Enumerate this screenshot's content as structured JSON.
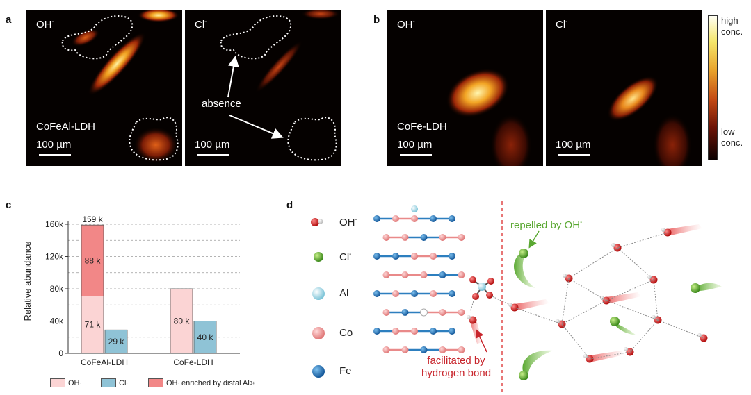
{
  "panel_labels": {
    "a": "a",
    "b": "b",
    "c": "c",
    "d": "d"
  },
  "panel_a": {
    "left": {
      "ion": "OH",
      "ion_sup": "-",
      "material": "CoFeAl-LDH",
      "scale": "100 µm"
    },
    "right": {
      "ion": "Cl",
      "ion_sup": "-",
      "annotation": "absence",
      "scale": "100 µm"
    }
  },
  "panel_b": {
    "left": {
      "ion": "OH",
      "ion_sup": "-",
      "material": "CoFe-LDH",
      "scale": "100 µm"
    },
    "right": {
      "ion": "Cl",
      "ion_sup": "-",
      "scale": "100 µm"
    },
    "colorbar": {
      "high": [
        "high",
        "conc."
      ],
      "low": [
        "low",
        "conc."
      ]
    }
  },
  "chart_data": {
    "type": "bar",
    "ylabel": "Relative abundance",
    "ylim": [
      0,
      160000
    ],
    "yticks": [
      0,
      40000,
      80000,
      120000,
      160000
    ],
    "ytick_labels": [
      "0",
      "40k",
      "80k",
      "120k",
      "160k"
    ],
    "categories": [
      "CoFeAl-LDH",
      "CoFe-LDH"
    ],
    "series": [
      {
        "name": "OH-",
        "values": [
          71000,
          80000
        ],
        "labels": [
          "71 k",
          "80 k"
        ],
        "color": "#fbd4d4"
      },
      {
        "name": "Cl-",
        "values": [
          29000,
          40000
        ],
        "labels": [
          "29 k",
          "40 k"
        ],
        "color": "#8fc3d6"
      },
      {
        "name": "OH- enriched by distal Al3+",
        "values": [
          88000,
          0
        ],
        "labels": [
          "88 k",
          ""
        ],
        "color": "#f28787"
      }
    ],
    "totals": [
      {
        "category": "CoFeAl-LDH",
        "label": "159 k"
      }
    ],
    "grid": "dashed horizontal"
  },
  "chart_legend": {
    "oh": {
      "base": "OH",
      "sup": "-"
    },
    "cl": {
      "base": "Cl",
      "sup": "-"
    },
    "enriched": {
      "pre": "OH",
      "pre_sup": "-",
      "mid": " enriched by distal Al",
      "post_sup": "3+"
    }
  },
  "panel_d": {
    "legend": [
      {
        "base": "OH",
        "sup": "-"
      },
      {
        "base": "Cl",
        "sup": "-"
      },
      {
        "base": "Al",
        "sup": ""
      },
      {
        "base": "Co",
        "sup": ""
      },
      {
        "base": "Fe",
        "sup": ""
      }
    ],
    "repelled": {
      "base": "repelled by OH",
      "sup": "-"
    },
    "facilitated": [
      "facilitated by",
      "hydrogen bond"
    ]
  },
  "colors": {
    "panel_bg": "#050100",
    "oh_atom": "#d11a1a",
    "cl_atom": "#5aa832",
    "al_atom": "#a9dce8",
    "co_atom": "#f09a9a",
    "fe_atom": "#2378b5",
    "red_text": "#c8252c",
    "green_text": "#5aa832"
  }
}
